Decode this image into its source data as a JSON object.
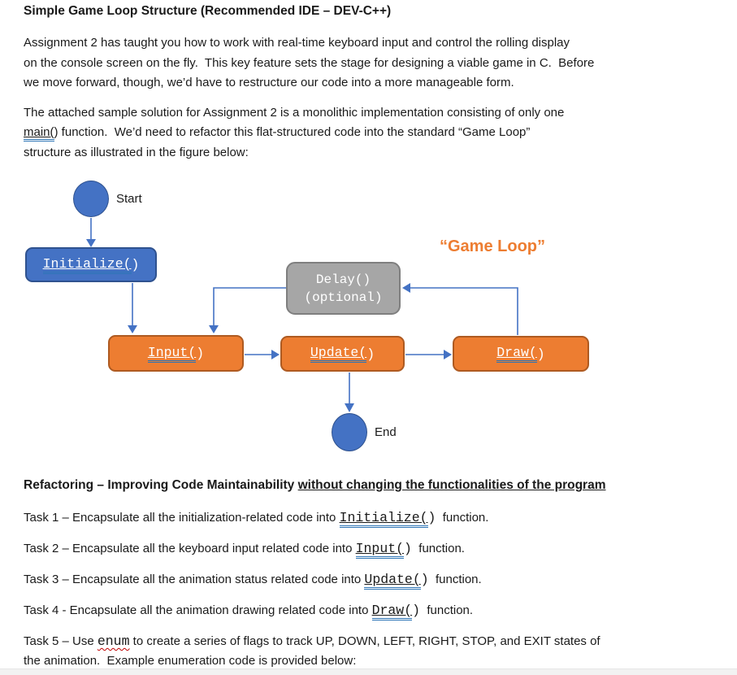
{
  "document": {
    "title": "Simple Game Loop Structure (Recommended IDE – DEV-C++)",
    "para1": {
      "line1": "Assignment 2 has taught you how to work with real-time keyboard input and control the rolling display",
      "line2": "on the console screen on the fly.  This key feature sets the stage for designing a viable game in C.  Before",
      "line3": "we move forward, though, we’d have to restructure our code into a more manageable form."
    },
    "para2": {
      "line1": "The attached sample solution for Assignment 2 is a monolithic implementation consisting of only one",
      "line2_code": "main(",
      "line2_rest": ") function.  We’d need to refactor this flat-structured code into the standard “Game Loop”",
      "line3": "structure as illustrated in the figure below:"
    }
  },
  "diagram": {
    "game_loop_label": "“Game Loop”",
    "nodes": {
      "start": {
        "label": "Start"
      },
      "initialize": {
        "fn": "Initialize(",
        "paren": ")"
      },
      "delay": {
        "line1": "Delay()",
        "line2": "(optional)"
      },
      "input": {
        "fn": "Input(",
        "paren": ")"
      },
      "update": {
        "fn": "Update(",
        "paren": ")"
      },
      "draw": {
        "fn": "Draw(",
        "paren": ")"
      },
      "end": {
        "label": "End"
      }
    },
    "colors": {
      "node_blue": "#4472C4",
      "node_blue_border": "#2F528F",
      "node_orange": "#ED7D31",
      "node_orange_border": "#AE5A21",
      "node_gray": "#A6A6A6",
      "node_gray_border": "#7F7F7F",
      "connector": "#4472C4",
      "game_loop_label": "#ED7D31"
    }
  },
  "refactoring": {
    "heading_plain": "Refactoring – Improving Code Maintainability ",
    "heading_underlined": "without changing the functionalities of the program",
    "tasks": [
      {
        "prefix": "Task 1 – Encapsulate all the initialization-related code into ",
        "fn": "Initialize(",
        "paren": ")",
        "suffix": "  function."
      },
      {
        "prefix": "Task 2 – Encapsulate all the keyboard input related code into ",
        "fn": "Input(",
        "paren": ")",
        "suffix": "  function."
      },
      {
        "prefix": "Task 3 – Encapsulate all the animation status related code into ",
        "fn": "Update(",
        "paren": ")",
        "suffix": "  function."
      },
      {
        "prefix": "Task 4 - Encapsulate all the animation drawing related code into ",
        "fn": "Draw(",
        "paren": ")",
        "suffix": "  function."
      },
      {
        "prefix": "Task 5 – Use ",
        "fn": "enum",
        "paren": "",
        "suffix": " to create a series of flags to track UP, DOWN, LEFT, RIGHT, STOP, and EXIT states of",
        "line2": "the animation.  Example enumeration code is provided below:"
      }
    ]
  },
  "grammar_mark_color": "#2E75B6",
  "spelling_mark_color": "#C00000"
}
